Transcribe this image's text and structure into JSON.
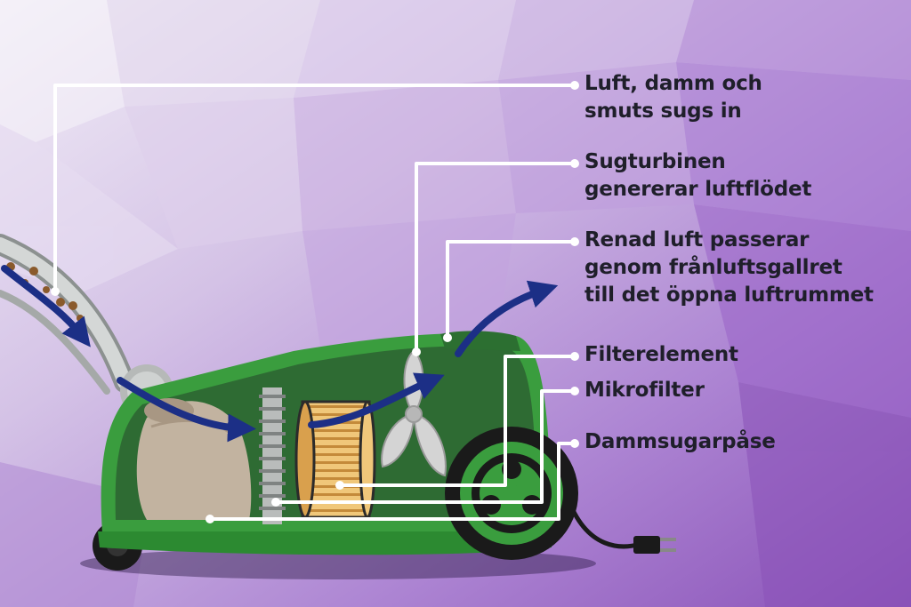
{
  "labels": [
    "Luft, damm och\nsmuts sugs in",
    "Sugturbinen\ngenererar luftflödet",
    "Renad luft passerar\ngenom frånluftsgallret\ntill det öppna luftrummet",
    "Filterelement",
    "Mikrofilter",
    "Dammsugarpåse"
  ],
  "colors": {
    "background_light": "#e9e3f1",
    "background_dark": "#8b55b8",
    "vacuum_body": "#3a9d3e",
    "vacuum_interior": "#2e6b33",
    "arrow": "#1c2f86",
    "leader_line": "#ffffff",
    "filter": "#e8b766",
    "dust_bag": "#c2b3a0"
  }
}
